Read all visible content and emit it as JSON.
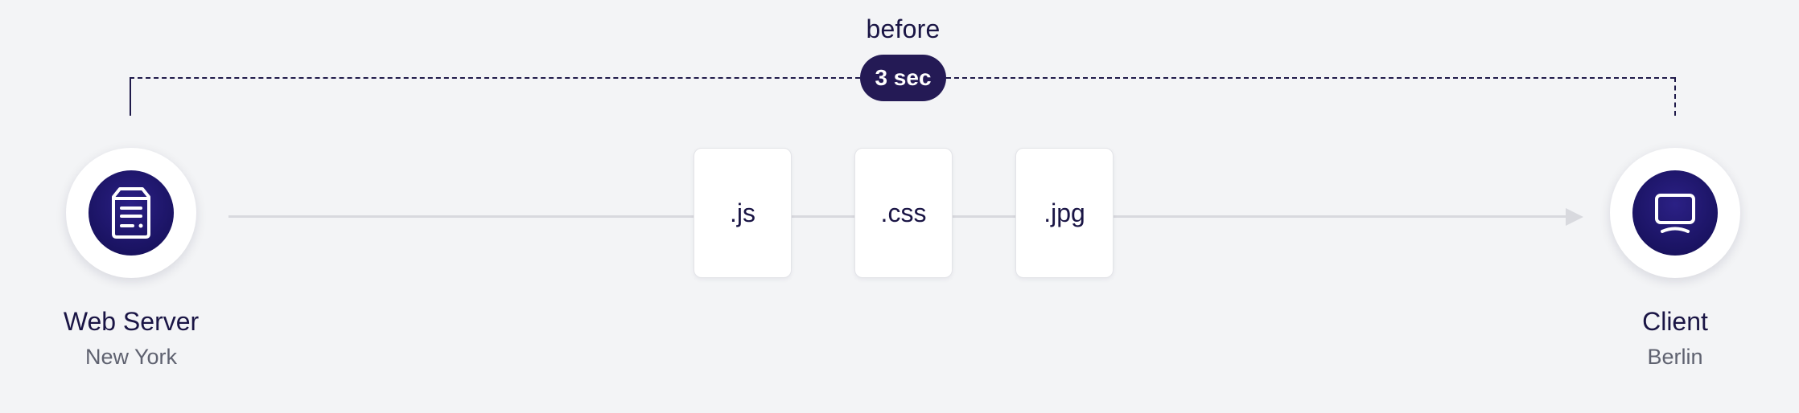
{
  "timeline": {
    "label": "before",
    "duration": "3 sec"
  },
  "server": {
    "title": "Web Server",
    "location": "New York",
    "icon": "server-icon"
  },
  "client": {
    "title": "Client",
    "location": "Berlin",
    "icon": "monitor-icon"
  },
  "files": [
    {
      "label": ".js"
    },
    {
      "label": ".css"
    },
    {
      "label": ".jpg"
    }
  ],
  "colors": {
    "background": "#f3f4f6",
    "accent": "#241a55",
    "text": "#1a1545",
    "muted": "#5f6270",
    "line": "#d8d9de"
  }
}
